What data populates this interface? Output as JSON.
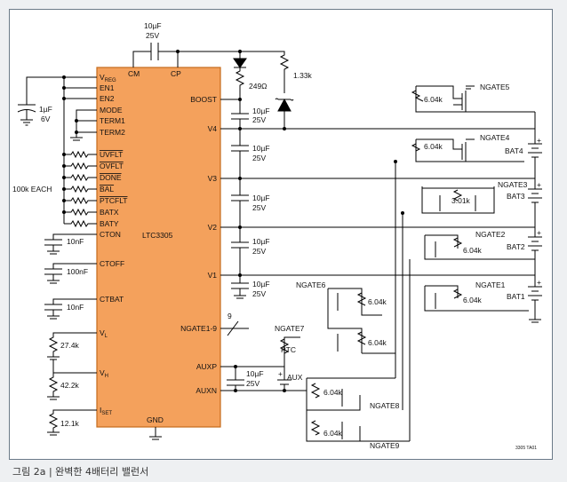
{
  "caption": "그림 2a | 완벽한 4배터리 밸런서",
  "colors": {
    "ic_fill": "#f4a15c",
    "ic_stroke": "#c46a1c",
    "wire": "#000000",
    "frame": "#6b7a88",
    "background": "#eef0f2"
  },
  "ic": {
    "name": "LTC3305",
    "pins_top": {
      "cm": "CM",
      "cp": "CP"
    },
    "pins_left": {
      "vreg": "V",
      "vreg_sub": "REG",
      "en1": "EN1",
      "en2": "EN2",
      "mode": "MODE",
      "term1": "TERM1",
      "term2": "TERM2",
      "uvflt": "UVFLT",
      "ovflt": "OVFLT",
      "done": "DONE",
      "bal": "BAL",
      "ptcflt": "PTCFLT",
      "batx": "BATX",
      "baty": "BATY",
      "cton": "CTON",
      "ctoff": "CTOFF",
      "ctbat": "CTBAT",
      "vl": "V",
      "vl_sub": "L",
      "vh": "V",
      "vh_sub": "H",
      "iset": "I",
      "iset_sub": "SET"
    },
    "pins_right": {
      "boost": "BOOST",
      "v4": "V4",
      "v3": "V3",
      "v2": "V2",
      "v1": "V1",
      "ngate": "NGATE1-9",
      "auxp": "AUXP",
      "auxn": "AUXN"
    },
    "pins_bottom": {
      "gnd": "GND"
    }
  },
  "components": {
    "cap_top_value": "10µF",
    "cap_top_voltage": "25V",
    "cap_vreg_value": "1µF",
    "cap_vreg_voltage": "6V",
    "pullup_label": "100k EACH",
    "cton_cap": "10nF",
    "ctoff_cap": "100nF",
    "ctbat_cap": "10nF",
    "r_vl": "27.4k",
    "r_vh": "42.2k",
    "r_iset": "12.1k",
    "r_boost": "249Ω",
    "r_diode": "1.33k",
    "stack_cap_value": "10µF",
    "stack_cap_voltage": "25V",
    "bus_label": "9",
    "aux_cap_value": "10µF",
    "aux_cap_voltage": "25V",
    "ptc_label": "PTC",
    "aux_label": "AUX",
    "gate_res": "6.04k",
    "gate_res_pair": "3.01k",
    "ngate1": "NGATE1",
    "ngate2": "NGATE2",
    "ngate3": "NGATE3",
    "ngate4": "NGATE4",
    "ngate5": "NGATE5",
    "ngate6": "NGATE6",
    "ngate7": "NGATE7",
    "ngate8": "NGATE8",
    "ngate9": "NGATE9",
    "bat1": "BAT1",
    "bat2": "BAT2",
    "bat3": "BAT3",
    "bat4": "BAT4",
    "plus": "+",
    "figure_code": "3305 TA01"
  }
}
